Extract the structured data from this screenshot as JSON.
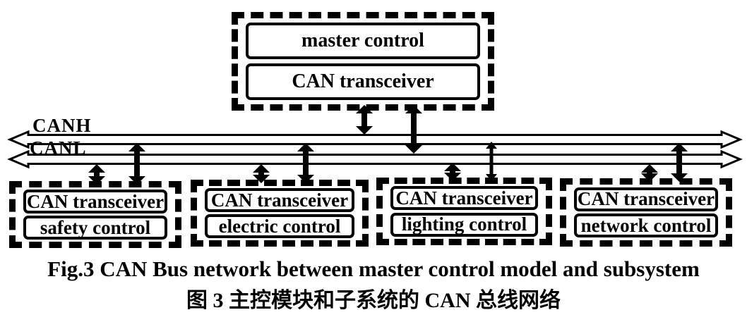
{
  "figure": {
    "master": {
      "control": "master control",
      "transceiver": "CAN transceiver"
    },
    "bus": {
      "high": "CANH",
      "low": "CANL"
    },
    "subsystems": [
      {
        "transceiver": "CAN transceiver",
        "control": "safety control"
      },
      {
        "transceiver": "CAN transceiver",
        "control": "electric control"
      },
      {
        "transceiver": "CAN transceiver",
        "control": "lighting control"
      },
      {
        "transceiver": "CAN transceiver",
        "control": "network control"
      }
    ],
    "caption_en": "Fig.3 CAN Bus network between master control model and subsystem",
    "caption_zh": "图 3 主控模块和子系统的 CAN 总线网络",
    "colors": {
      "ink": "#000000",
      "paper": "#ffffff"
    }
  }
}
